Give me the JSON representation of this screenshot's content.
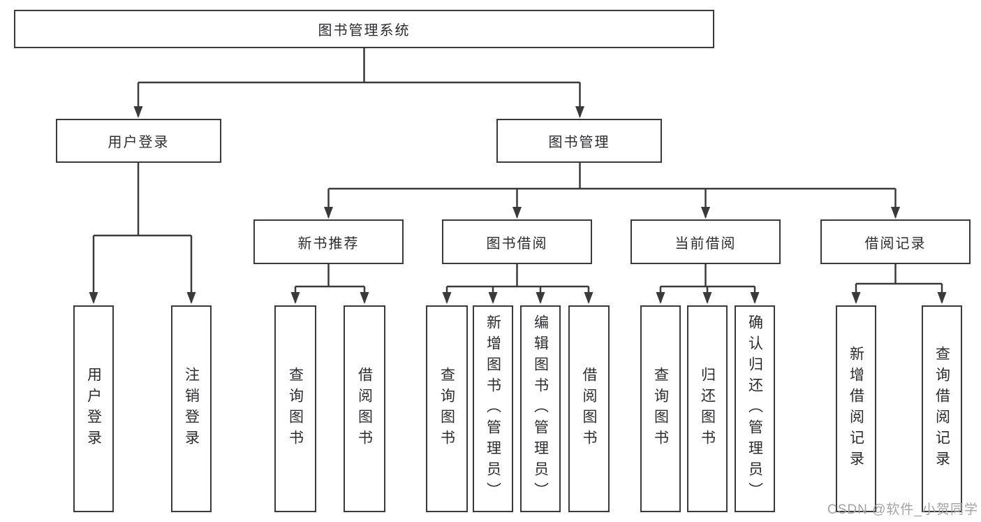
{
  "tree": {
    "root": {
      "label": "图书管理系统"
    },
    "children": [
      {
        "label": "用户登录",
        "children": [
          {
            "label": "用户登录"
          },
          {
            "label": "注销登录"
          }
        ]
      },
      {
        "label": "图书管理",
        "children": [
          {
            "label": "新书推荐",
            "children": [
              {
                "label": "查询图书"
              },
              {
                "label": "借阅图书"
              }
            ]
          },
          {
            "label": "图书借阅",
            "children": [
              {
                "label": "查询图书"
              },
              {
                "label": "新增图书（管理员）"
              },
              {
                "label": "编辑图书（管理员）"
              },
              {
                "label": "借阅图书"
              }
            ]
          },
          {
            "label": "当前借阅",
            "children": [
              {
                "label": "查询图书"
              },
              {
                "label": "归还图书"
              },
              {
                "label": "确认归还（管理员）"
              }
            ]
          },
          {
            "label": "借阅记录",
            "children": [
              {
                "label": "新增借阅记录"
              },
              {
                "label": "查询借阅记录"
              }
            ]
          }
        ]
      }
    ]
  },
  "watermark": {
    "text": "CSDN @软件_小贺同学"
  },
  "colors": {
    "line": "#3a3a3c",
    "text": "#2c2c2f",
    "watermark": "#a3a3a3",
    "bg": "#ffffff"
  }
}
